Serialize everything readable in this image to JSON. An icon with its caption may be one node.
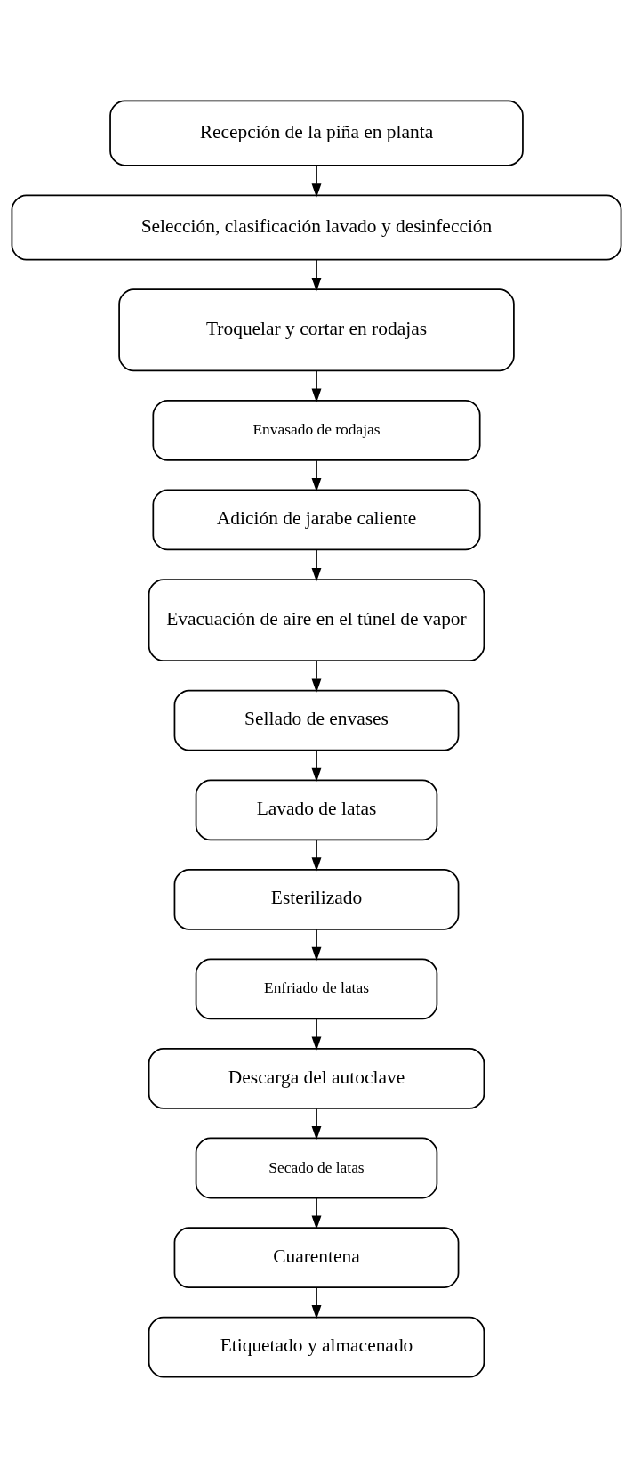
{
  "diagram": {
    "nodes": [
      {
        "text": [
          "Recepción de la piña en planta"
        ]
      },
      {
        "text": [
          "Selección, clasificación lavado y desinfección"
        ]
      },
      {
        "text": [
          "Troquelar y cortar en rodajas"
        ]
      },
      {
        "text": [
          "Envasado de rodajas"
        ]
      },
      {
        "text": [
          "Adición de jarabe caliente"
        ]
      },
      {
        "text": [
          "Evacuación de aire en el túnel de vapor"
        ]
      },
      {
        "text": [
          "Sellado de envases"
        ]
      },
      {
        "text": [
          "Lavado de latas"
        ]
      },
      {
        "text": [
          "Esterilizado"
        ]
      },
      {
        "text": [
          "Enfriado de latas"
        ]
      },
      {
        "text": [
          "Descarga del autoclave"
        ]
      },
      {
        "text": [
          "Secado de latas"
        ]
      },
      {
        "text": [
          "Cuarentena"
        ]
      },
      {
        "text": [
          "Etiquetado y almacenado"
        ]
      }
    ],
    "edges": [
      {
        "from": 0,
        "to": 1,
        "arrow": "to"
      },
      {
        "from": 1,
        "to": 2,
        "arrow": "to"
      },
      {
        "from": 2,
        "to": 3,
        "arrow": "to"
      },
      {
        "from": 3,
        "to": 4,
        "arrow": "to"
      },
      {
        "from": 4,
        "to": 5,
        "arrow": "to"
      },
      {
        "from": 5,
        "to": 6,
        "arrow": "to"
      },
      {
        "from": 6,
        "to": 7,
        "arrow": "to"
      },
      {
        "from": 7,
        "to": 8,
        "arrow": "to"
      },
      {
        "from": 8,
        "to": 9,
        "arrow": "to"
      },
      {
        "from": 9,
        "to": 10,
        "arrow": "to"
      },
      {
        "from": 10,
        "to": 11,
        "arrow": "to"
      },
      {
        "from": 11,
        "to": 12,
        "arrow": "to"
      },
      {
        "from": 12,
        "to": 13,
        "arrow": "to"
      }
    ]
  }
}
